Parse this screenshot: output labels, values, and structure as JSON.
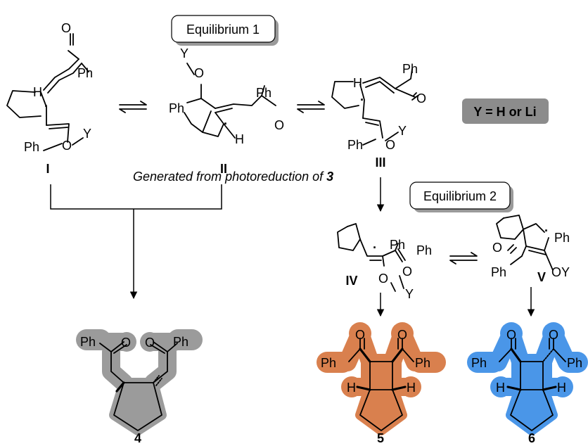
{
  "equilibrium1": {
    "label": "Equilibrium 1"
  },
  "equilibrium2": {
    "label": "Equilibrium 2"
  },
  "y_note": {
    "text": "Y = H or Li"
  },
  "caption": {
    "text": "Generated from photoreduction of ",
    "ref": "3"
  },
  "intermediates": {
    "I": "I",
    "II": "II",
    "III": "III",
    "IV": "IV",
    "V": "V"
  },
  "products": {
    "p4": "4",
    "p5": "5",
    "p6": "6"
  },
  "atoms": {
    "O": "O",
    "Ph": "Ph",
    "H": "H",
    "Y": "Y",
    "OY": "OY",
    "radical": "·"
  },
  "colors": {
    "product4_highlight": "#9b9b9b",
    "product5_highlight": "#d9804e",
    "product6_highlight": "#4a96e8",
    "y_box": "#8c8c8c",
    "label_box_shadow": "#9a9a9a"
  }
}
